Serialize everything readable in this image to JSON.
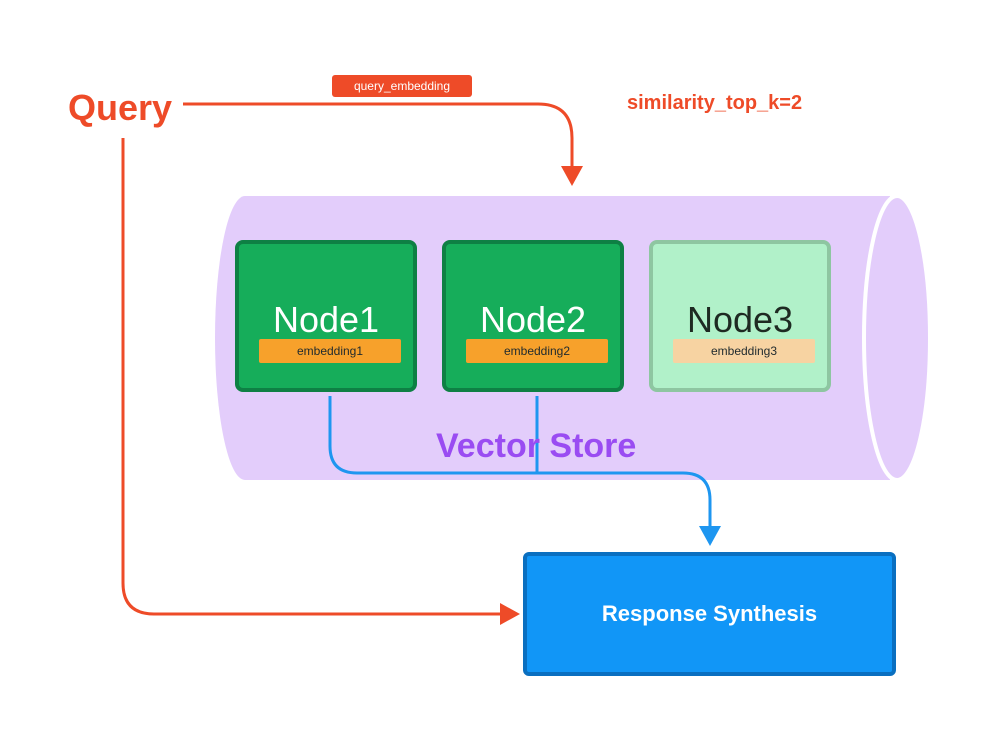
{
  "query": {
    "label": "Query"
  },
  "query_embedding": {
    "label": "query_embedding"
  },
  "similarity": {
    "label": "similarity_top_k=2"
  },
  "vector_store": {
    "label": "Vector Store",
    "nodes": [
      {
        "title": "Node1",
        "embedding": "embedding1",
        "selected": true
      },
      {
        "title": "Node2",
        "embedding": "embedding2",
        "selected": true
      },
      {
        "title": "Node3",
        "embedding": "embedding3",
        "selected": false
      }
    ]
  },
  "response_synthesis": {
    "label": "Response Synthesis"
  },
  "colors": {
    "query_arrow": "#ee4b28",
    "retrieval_arrow": "#1e96f0",
    "store_fill": "#e3cdfb",
    "node_selected": "#16ad5a",
    "node_unselected": "#b1f1c9",
    "synthesis_fill": "#1196f7"
  }
}
